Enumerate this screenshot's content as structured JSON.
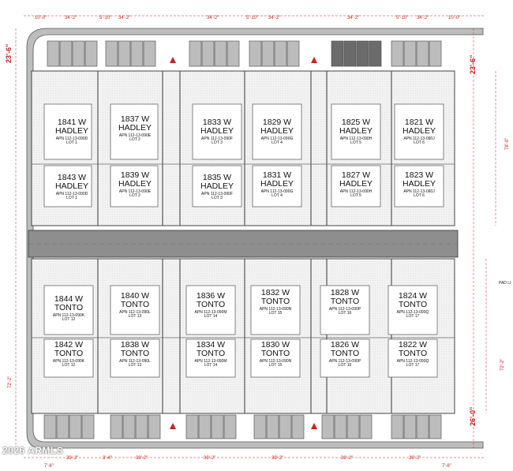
{
  "lots_north": [
    {
      "addr1": "1841 W",
      "addr2": "HADLEY",
      "apn": "APN 112-13-090D",
      "lot": "LOT 1"
    },
    {
      "addr1": "1837 W",
      "addr2": "HADLEY",
      "apn": "APN 112-13-090E",
      "lot": "LOT 2"
    },
    {
      "addr1": "1833 W",
      "addr2": "HADLEY",
      "apn": "APN 112-13-090F",
      "lot": "LOT 3"
    },
    {
      "addr1": "1829 W",
      "addr2": "HADLEY",
      "apn": "APN 112-13-090G",
      "lot": "LOT 4"
    },
    {
      "addr1": "1825 W",
      "addr2": "HADLEY",
      "apn": "APN 112-13-090H",
      "lot": "LOT 5"
    },
    {
      "addr1": "1821 W",
      "addr2": "HADLEY",
      "apn": "APN 112-13-090J",
      "lot": "LOT 6"
    },
    {
      "addr1": "1843 W",
      "addr2": "HADLEY",
      "apn": "APN 112-13-090D",
      "lot": "LOT 1"
    },
    {
      "addr1": "1839 W",
      "addr2": "HADLEY",
      "apn": "APN 112-13-090E",
      "lot": "LOT 2"
    },
    {
      "addr1": "1835 W",
      "addr2": "HADLEY",
      "apn": "APN 112-13-090F",
      "lot": "LOT 3"
    },
    {
      "addr1": "1831 W",
      "addr2": "HADLEY",
      "apn": "APN 112-13-090G",
      "lot": "LOT 4"
    },
    {
      "addr1": "1827 W",
      "addr2": "HADLEY",
      "apn": "APN 112-13-090H",
      "lot": "LOT 5"
    },
    {
      "addr1": "1823 W",
      "addr2": "HADLEY",
      "apn": "APN 112-13-090J",
      "lot": "LOT 6"
    }
  ],
  "lots_south": [
    {
      "addr1": "1844 W",
      "addr2": "TONTO",
      "apn": "APN 112-13-090K",
      "lot": "LOT 12"
    },
    {
      "addr1": "1840 W",
      "addr2": "TONTO",
      "apn": "APN 112-13-090L",
      "lot": "LOT 13"
    },
    {
      "addr1": "1836 W",
      "addr2": "TONTO",
      "apn": "APN 112-13-090M",
      "lot": "LOT 14"
    },
    {
      "addr1": "1832 W",
      "addr2": "TONTO",
      "apn": "APN 112-13-090N",
      "lot": "LOT 15"
    },
    {
      "addr1": "1828 W",
      "addr2": "TONTO",
      "apn": "APN 112-13-090P",
      "lot": "LOT 16"
    },
    {
      "addr1": "1824 W",
      "addr2": "TONTO",
      "apn": "APN 112-13-090Q",
      "lot": "LOT 17"
    },
    {
      "addr1": "1842 W",
      "addr2": "TONTO",
      "apn": "APN 112-13-090K",
      "lot": "LOT 12"
    },
    {
      "addr1": "1838 W",
      "addr2": "TONTO",
      "apn": "APN 112-13-090L",
      "lot": "LOT 13"
    },
    {
      "addr1": "1834 W",
      "addr2": "TONTO",
      "apn": "APN 112-13-090M",
      "lot": "LOT 14"
    },
    {
      "addr1": "1830 W",
      "addr2": "TONTO",
      "apn": "APN 112-13-090N",
      "lot": "LOT 15"
    },
    {
      "addr1": "1826 W",
      "addr2": "TONTO",
      "apn": "APN 112-13-090P",
      "lot": "LOT 16"
    },
    {
      "addr1": "1822 W",
      "addr2": "TONTO",
      "apn": "APN 112-13-090Q",
      "lot": "LOT 17"
    }
  ],
  "dims": {
    "top_left_width": "10'-0\"",
    "top_seg": "34'-2\"",
    "top_gap": "5'-10\"",
    "setback_top": "23'-6\"",
    "setback_bottom": "26'-0\"",
    "bottom_seg": "39'-2\"",
    "bottom_small": "3'-4\"",
    "bottom_edge": "7'-6\"",
    "right_dim_a": "78'-0\"",
    "right_dim_b": "72'-2\"",
    "pad_label": "PAD LI"
  },
  "watermark": "2026 ARMLS",
  "colors": {
    "dim": "#cc2222",
    "wall": "#555555",
    "drive": "#9a9a9a",
    "hatch": "#d9d9d9",
    "dark": "#6b6b6b"
  }
}
